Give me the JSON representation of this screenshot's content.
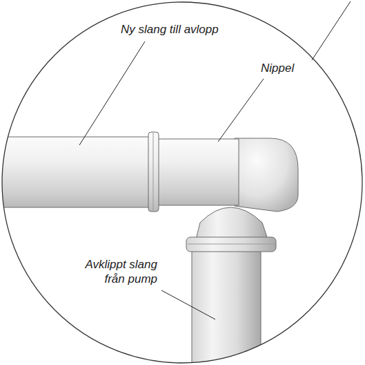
{
  "diagram": {
    "labels": [
      "Ny slang till avlopp",
      "Nippel",
      "Avklippt slang från pump"
    ]
  }
}
